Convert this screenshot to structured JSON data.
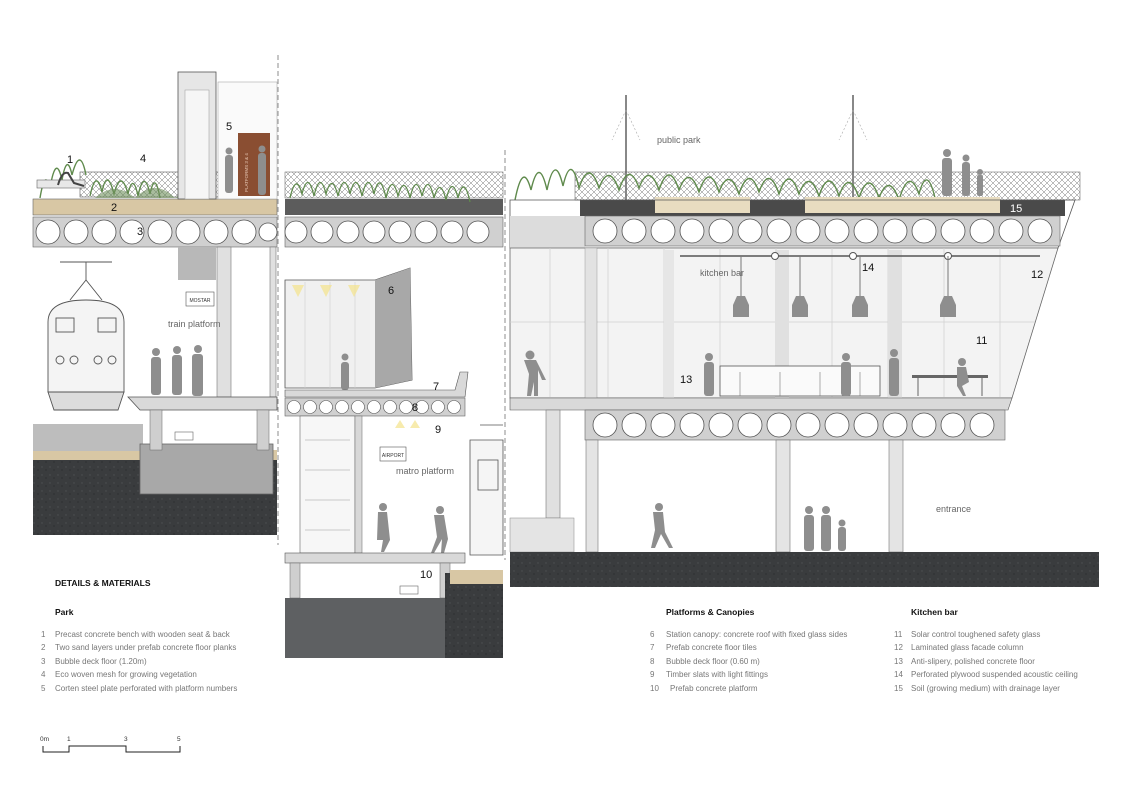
{
  "space_labels": {
    "public_park": "public park",
    "kitchen_bar": "kitchen bar",
    "train_platform": "train platform",
    "metro_platform": "matro platform",
    "entrance": "entrance"
  },
  "sign_labels": {
    "mostar": "MOSTAR",
    "airport": "AIRPORT",
    "platform_plate": "PLATFORMS 3 & 4"
  },
  "callouts": [
    "1",
    "2",
    "3",
    "4",
    "5",
    "6",
    "7",
    "8",
    "9",
    "10",
    "11",
    "12",
    "13",
    "14",
    "15"
  ],
  "details_title": "DETAILS & MATERIALS",
  "legend": {
    "park": {
      "title": "Park",
      "items": [
        {
          "n": "1",
          "text": "Precast concrete bench with wooden seat & back"
        },
        {
          "n": "2",
          "text": "Two sand layers under prefab concrete floor planks"
        },
        {
          "n": "3",
          "text": "Bubble deck floor (1.20m)"
        },
        {
          "n": "4",
          "text": "Eco woven mesh for growing vegetation"
        },
        {
          "n": "5",
          "text": "Corten steel plate perforated with platform numbers"
        }
      ]
    },
    "platforms": {
      "title": "Platforms & Canopies",
      "items": [
        {
          "n": "6",
          "text": "Station canopy: concrete roof with fixed glass sides"
        },
        {
          "n": "7",
          "text": "Prefab concrete floor tiles"
        },
        {
          "n": "8",
          "text": "Bubble deck floor (0.60 m)"
        },
        {
          "n": "9",
          "text": "Timber slats with light fittings"
        },
        {
          "n": "10",
          "text": "Prefab concrete platform"
        }
      ]
    },
    "kitchen": {
      "title": "Kitchen bar",
      "items": [
        {
          "n": "11",
          "text": "Solar control toughened safety glass"
        },
        {
          "n": "12",
          "text": "Laminated glass facade column"
        },
        {
          "n": "13",
          "text": "Anti-slipery, polished concrete floor"
        },
        {
          "n": "14",
          "text": "Perforated plywood suspended acoustic ceiling"
        },
        {
          "n": "15",
          "text": "Soil (growing medium) with drainage layer"
        }
      ]
    }
  },
  "scale": {
    "ticks": [
      "0m",
      "1",
      "3",
      "5"
    ]
  },
  "colors": {
    "ground": "#2f3133",
    "concrete": "#c9c9c9",
    "wood": "#d8c7a4",
    "glass": "#f1f1f1",
    "plant": "#5f8a4c",
    "corten": "#8a4e32",
    "people": "#8e8e8e"
  }
}
